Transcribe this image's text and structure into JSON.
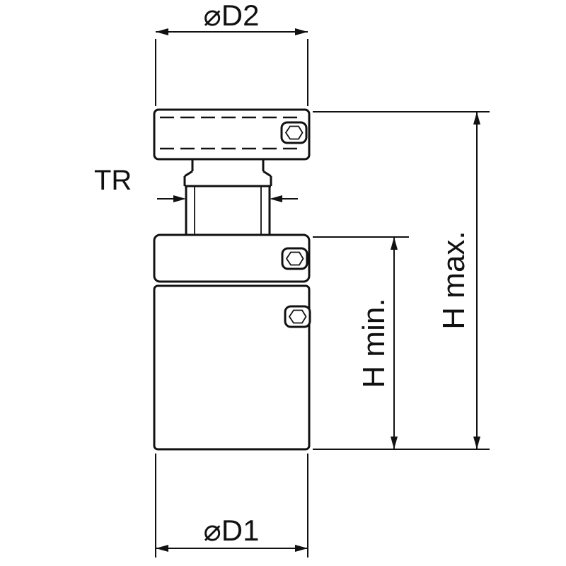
{
  "page": {
    "background": "#ffffff"
  },
  "drawing": {
    "type": "technical-dimension-drawing",
    "line_color": "#111111",
    "labels": {
      "diameter_top": "⌀D2",
      "thread": "TR",
      "height_min": "H min.",
      "height_max": "H max.",
      "diameter_bottom": "⌀D1"
    }
  }
}
